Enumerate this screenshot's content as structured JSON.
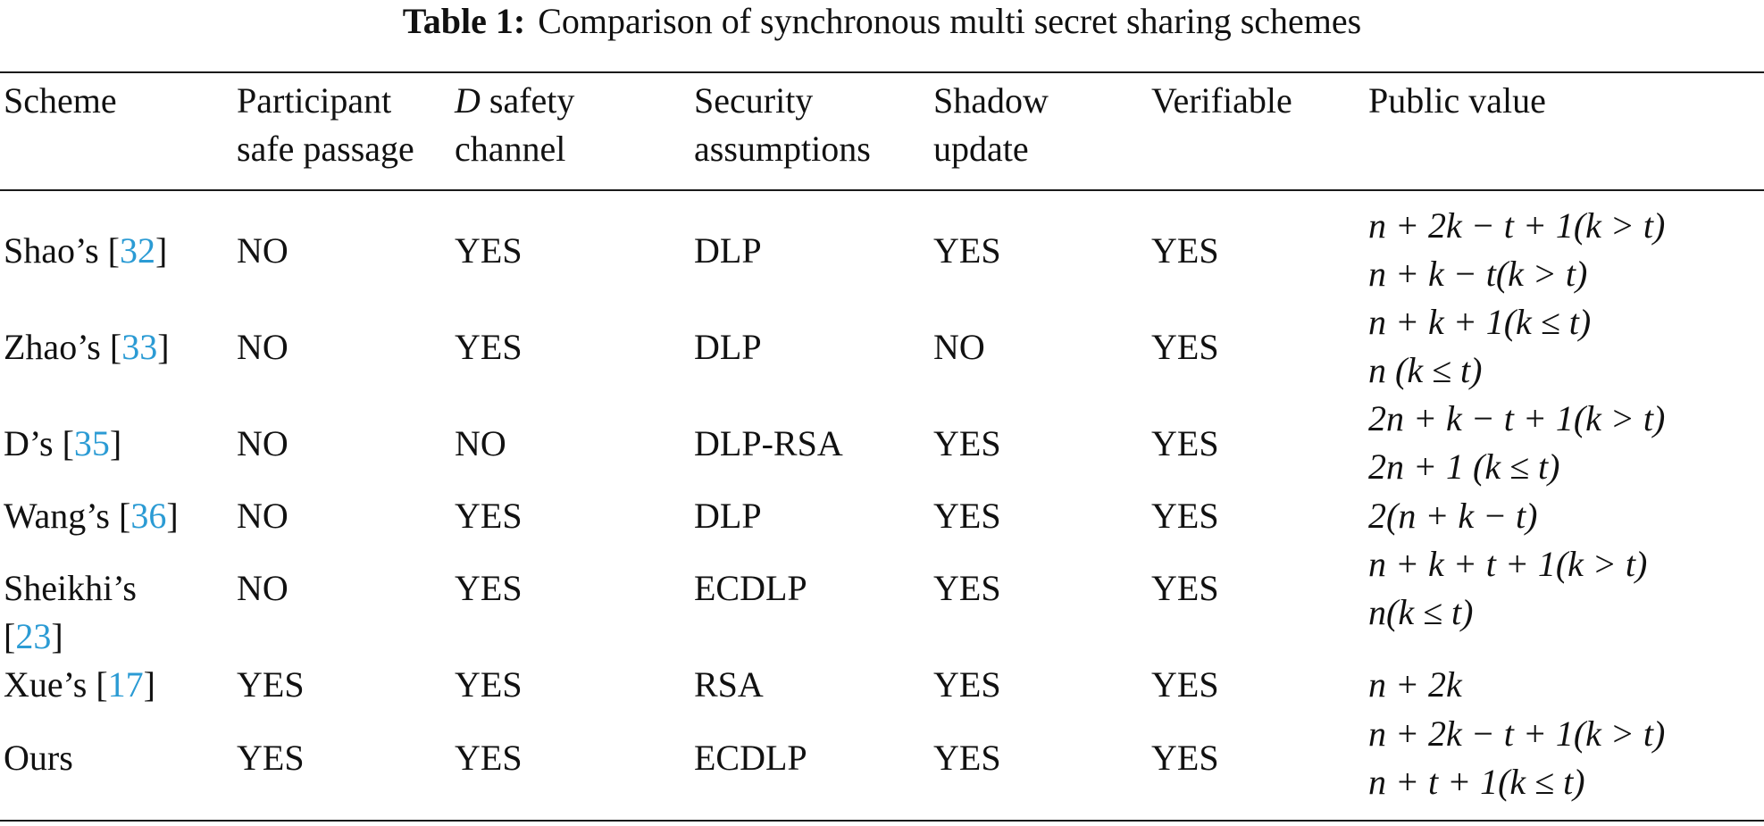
{
  "caption": {
    "label": "Table 1:",
    "text": "Comparison of synchronous multi secret sharing schemes"
  },
  "headers": {
    "scheme": "Scheme",
    "participant_l1": "Participant",
    "participant_l2": "safe passage",
    "d_var": "D",
    "d_l1_rest": "safety",
    "d_l2": "channel",
    "security_l1": "Security",
    "security_l2": "assumptions",
    "shadow_l1": "Shadow",
    "shadow_l2": "update",
    "verifiable": "Verifiable",
    "public_value": "Public value"
  },
  "rows": [
    {
      "name": "Shao’s [",
      "cite": "32",
      "close": "]",
      "participant": "NO",
      "d_channel": "YES",
      "security": "DLP",
      "shadow": "YES",
      "verifiable": "YES",
      "public": [
        "n + 2k − t + 1(k > t)",
        "n + k − t(k > t)"
      ]
    },
    {
      "name": "Zhao’s [",
      "cite": "33",
      "close": "]",
      "participant": "NO",
      "d_channel": "YES",
      "security": "DLP",
      "shadow": "NO",
      "verifiable": "YES",
      "public": [
        "n + k + 1(k ≤ t)",
        "n (k ≤ t)"
      ]
    },
    {
      "name": "D’s [",
      "cite": "35",
      "close": "]",
      "participant": "NO",
      "d_channel": "NO",
      "security": "DLP-RSA",
      "shadow": "YES",
      "verifiable": "YES",
      "public": [
        "2n + k − t + 1(k > t)",
        "2n + 1 (k ≤ t)"
      ]
    },
    {
      "name": "Wang’s [",
      "cite": "36",
      "close": "]",
      "participant": "NO",
      "d_channel": "YES",
      "security": "DLP",
      "shadow": "YES",
      "verifiable": "YES",
      "public": [
        "2(n + k − t)"
      ]
    },
    {
      "name": "Sheikhi’s",
      "name2_open": "[",
      "cite": "23",
      "close": "]",
      "participant": "NO",
      "d_channel": "YES",
      "security": "ECDLP",
      "shadow": "YES",
      "verifiable": "YES",
      "public": [
        "n + k + t + 1(k > t)",
        "n(k ≤ t)"
      ]
    },
    {
      "name": "Xue’s [",
      "cite": "17",
      "close": "]",
      "participant": "YES",
      "d_channel": "YES",
      "security": "RSA",
      "shadow": "YES",
      "verifiable": "YES",
      "public": [
        "n + 2k"
      ]
    },
    {
      "name": "Ours",
      "participant": "YES",
      "d_channel": "YES",
      "security": "ECDLP",
      "shadow": "YES",
      "verifiable": "YES",
      "public": [
        "n + 2k − t + 1(k > t)",
        "n + t + 1(k ≤ t)"
      ]
    }
  ]
}
